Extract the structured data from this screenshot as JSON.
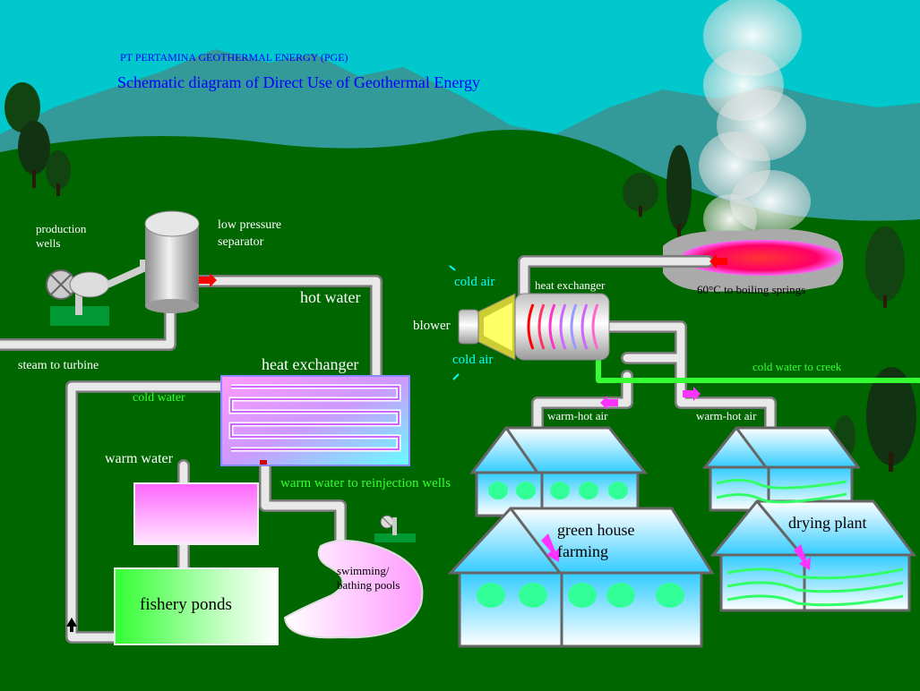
{
  "header": {
    "organization": "PT PERTAMINA GEOTHERMAL ENERGY (PGE)",
    "title": "Schematic diagram of Direct Use of Geothermal Energy"
  },
  "labels": {
    "production_wells": "production wells",
    "low_pressure_separator": "low pressure separator",
    "hot_water": "hot water",
    "steam_to_turbine": "steam to turbine",
    "heat_exchanger_main": "heat exchanger",
    "cold_water": "cold  water",
    "warm_water": "warm water",
    "warm_water_reinjection": "warm water to reinjection wells",
    "swimming_pools": "swimming/ bathing pools",
    "fishery_ponds": "fishery ponds",
    "cold_air_top": "cold air",
    "cold_air_bottom": "cold air",
    "blower": "blower",
    "heat_exchanger_air": "heat exchanger",
    "boiling_springs": "60°C to  boiling springs",
    "cold_water_to_creek": "cold water to creek",
    "warm_hot_air_left": "warm-hot air",
    "warm_hot_air_right": "warm-hot air",
    "green_house_farming": "green house farming",
    "drying_plant": "drying plant"
  },
  "colors": {
    "sky": "#00c8cc",
    "mountains": "#339999",
    "grass": "#006600",
    "pipe": "#d8d8d8",
    "title_blue": "#0000ff",
    "flow_arrow_red": "#ff0000",
    "flow_arrow_magenta": "#ff33ff",
    "creek_pipe": "#33ff33"
  }
}
